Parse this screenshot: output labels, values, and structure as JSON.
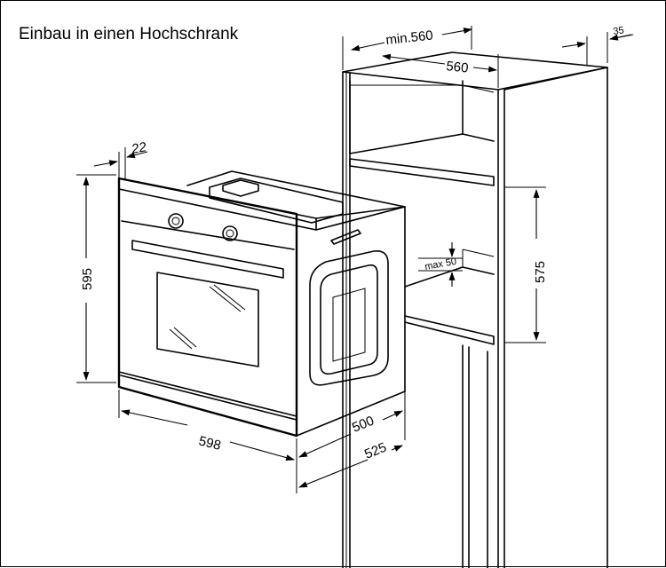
{
  "title": "Einbau in einen Hochschrank",
  "dimensions": {
    "cabinet_min_width": "min.560",
    "cabinet_width": "560",
    "cabinet_offset": "35",
    "niche_height": "575",
    "max_gap": "max 50",
    "oven_front_gap": "22",
    "oven_height": "595",
    "oven_width": "598",
    "oven_depth": "500",
    "oven_total_depth": "525"
  },
  "colors": {
    "line": "#000000",
    "background": "#ffffff"
  }
}
